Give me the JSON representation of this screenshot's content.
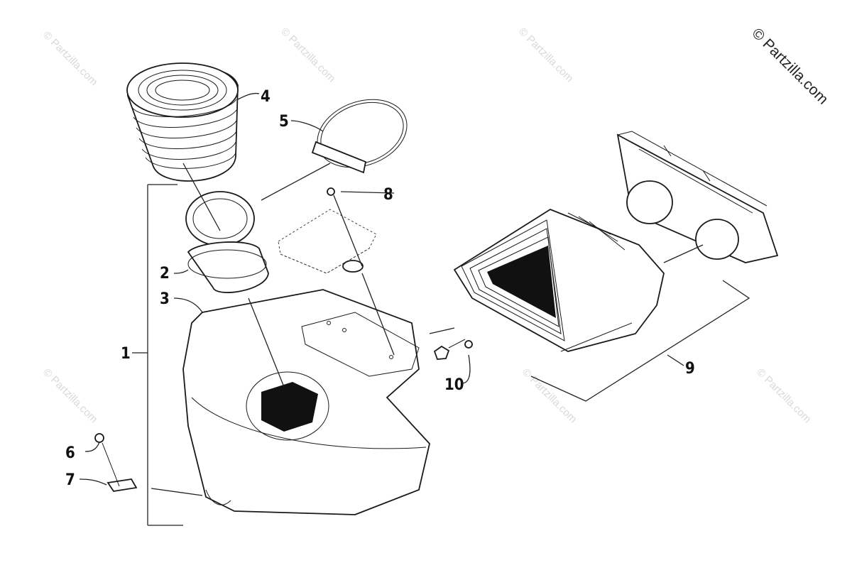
{
  "copyright": "© Partzilla.com",
  "watermark": "© Partzilla.com",
  "callouts": {
    "c1": "1",
    "c2": "2",
    "c3": "3",
    "c4": "4",
    "c5": "5",
    "c6": "6",
    "c7": "7",
    "c8": "8",
    "c9": "9",
    "c10": "10"
  }
}
